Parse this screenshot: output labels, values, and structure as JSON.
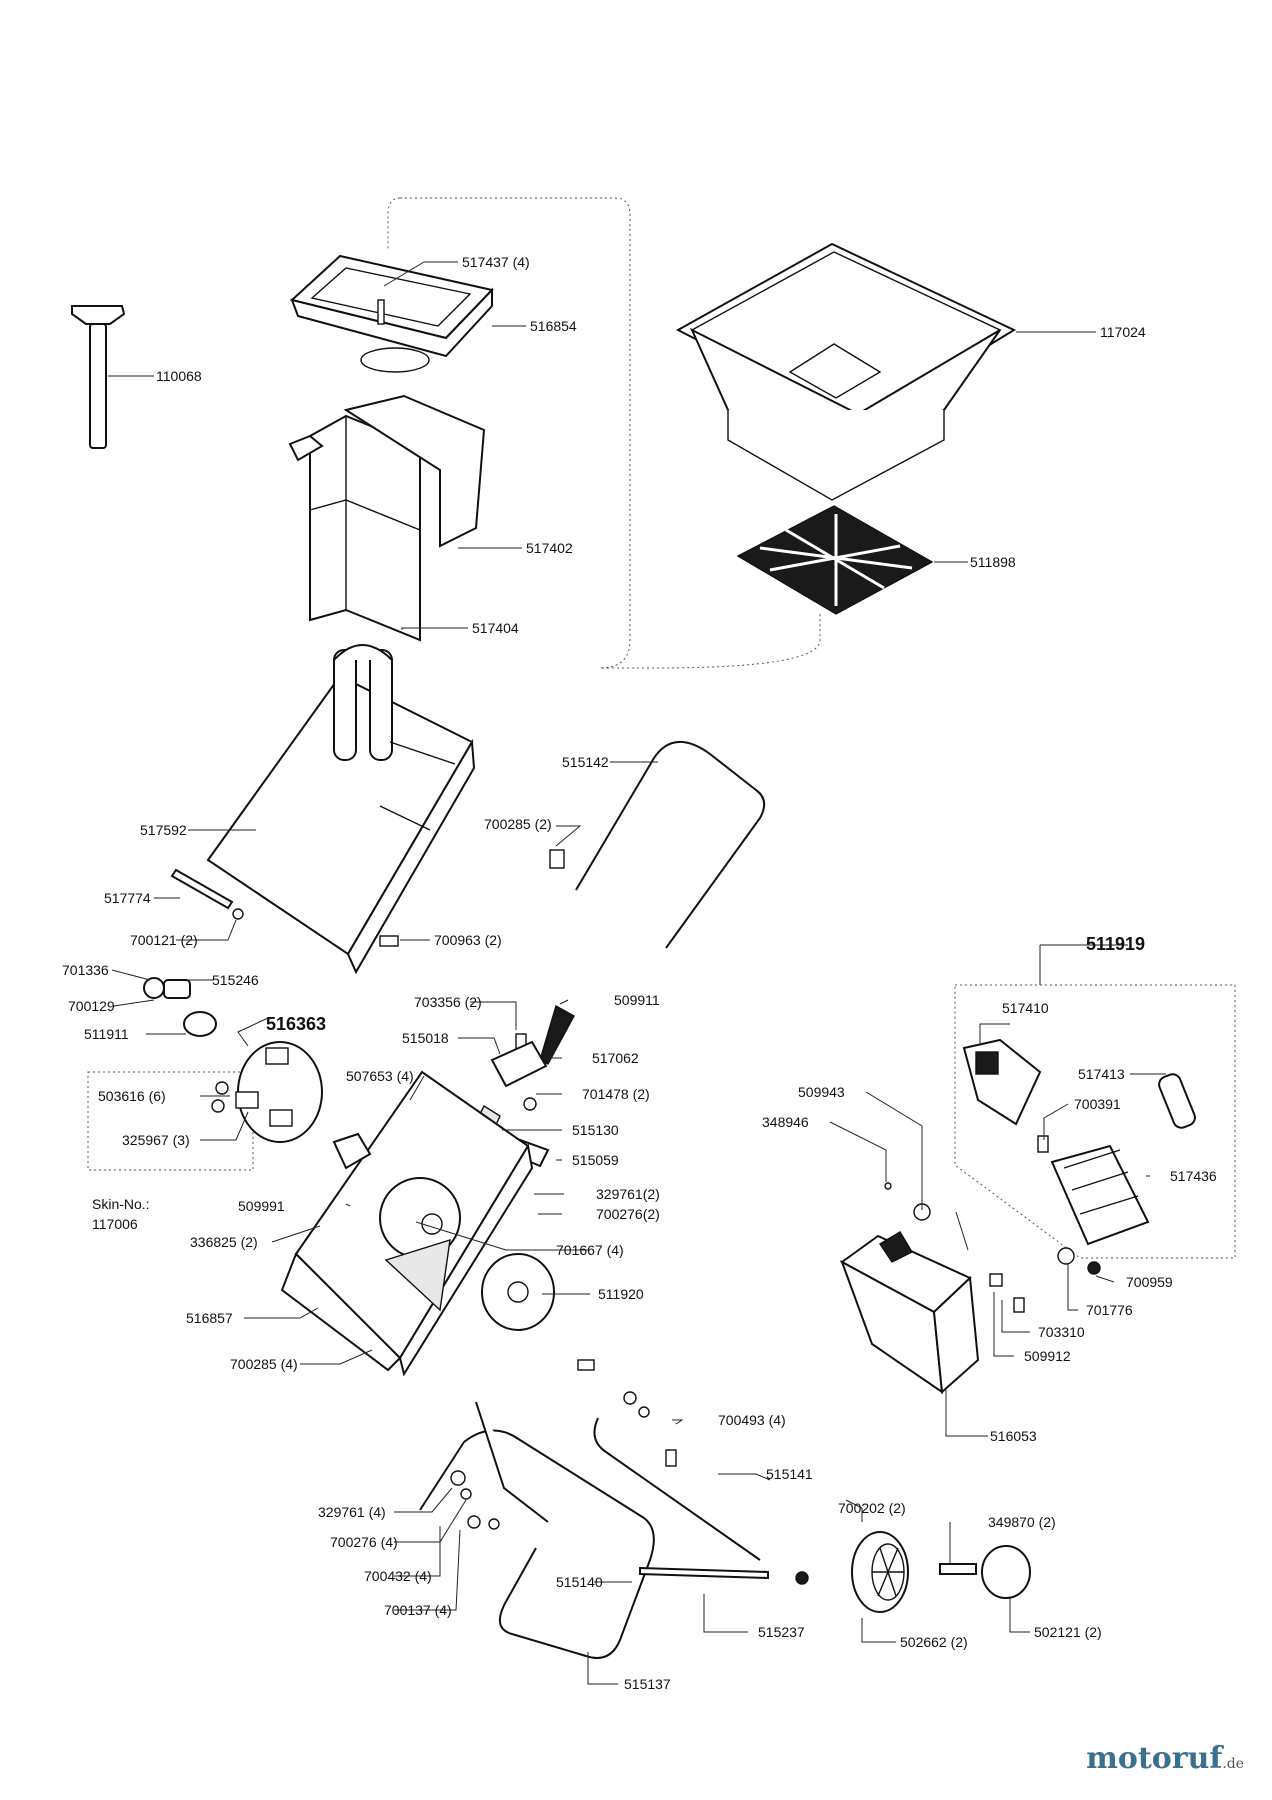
{
  "labels": {
    "l517437": "517437 (4)",
    "l516854": "516854",
    "l117024": "117024",
    "l110068": "110068",
    "l517402": "517402",
    "l511898": "511898",
    "l517404": "517404",
    "l515142": "515142",
    "l700285a": "700285 (2)",
    "l517592": "517592",
    "l517774": "517774",
    "l700121": "700121 (2)",
    "l700963": "700963 (2)",
    "l701336": "701336",
    "l515246": "515246",
    "l700129": "700129",
    "l511911": "511911",
    "l516363": "516363",
    "l511919": "511919",
    "l703356": "703356 (2)",
    "l509911": "509911",
    "l515018": "515018",
    "l517062": "517062",
    "l507653": "507653 (4)",
    "l701478": "701478 (2)",
    "l503616": "503616 (6)",
    "l325967": "325967 (3)",
    "l515130": "515130",
    "l515059": "515059",
    "l517410": "517410",
    "l517413": "517413",
    "l700391": "700391",
    "l509943": "509943",
    "l348946": "348946",
    "l517436": "517436",
    "l329761a": "329761(2)",
    "l700276a": "700276(2)",
    "l509991": "509991",
    "l701667": "701667 (4)",
    "l336825": "336825 (2)",
    "skin_no": "Skin-No.:",
    "skin_num": "117006",
    "l511920": "511920",
    "l700959": "700959",
    "l701776": "701776",
    "l516857": "516857",
    "l703310": "703310",
    "l509912": "509912",
    "l700285b": "700285 (4)",
    "l700493": "700493 (4)",
    "l516053": "516053",
    "l515141": "515141",
    "l329761b": "329761 (4)",
    "l700202": "700202 (2)",
    "l349870": "349870 (2)",
    "l700276b": "700276 (4)",
    "l700432": "700432 (4)",
    "l515140": "515140",
    "l700137": "700137 (4)",
    "l515237": "515237",
    "l502662": "502662 (2)",
    "l502121": "502121 (2)",
    "l515137": "515137"
  },
  "watermark": {
    "brand": "motoruf",
    "tld": ".de"
  }
}
